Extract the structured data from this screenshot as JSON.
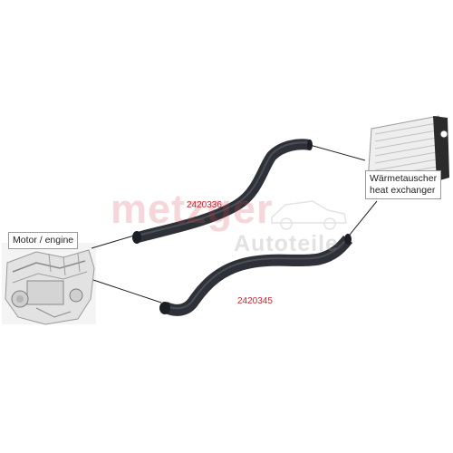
{
  "watermark": {
    "brand": "metzger",
    "sub": "Autoteile"
  },
  "engine": {
    "label": "Motor / engine"
  },
  "heat_exchanger": {
    "label_de": "Wärmetauscher",
    "label_en": "heat exchanger"
  },
  "parts": [
    {
      "number": "2420336"
    },
    {
      "number": "2420345"
    }
  ],
  "colors": {
    "hose": "#2e3238",
    "part_number": "#d0262f",
    "connector_line": "#222222"
  }
}
